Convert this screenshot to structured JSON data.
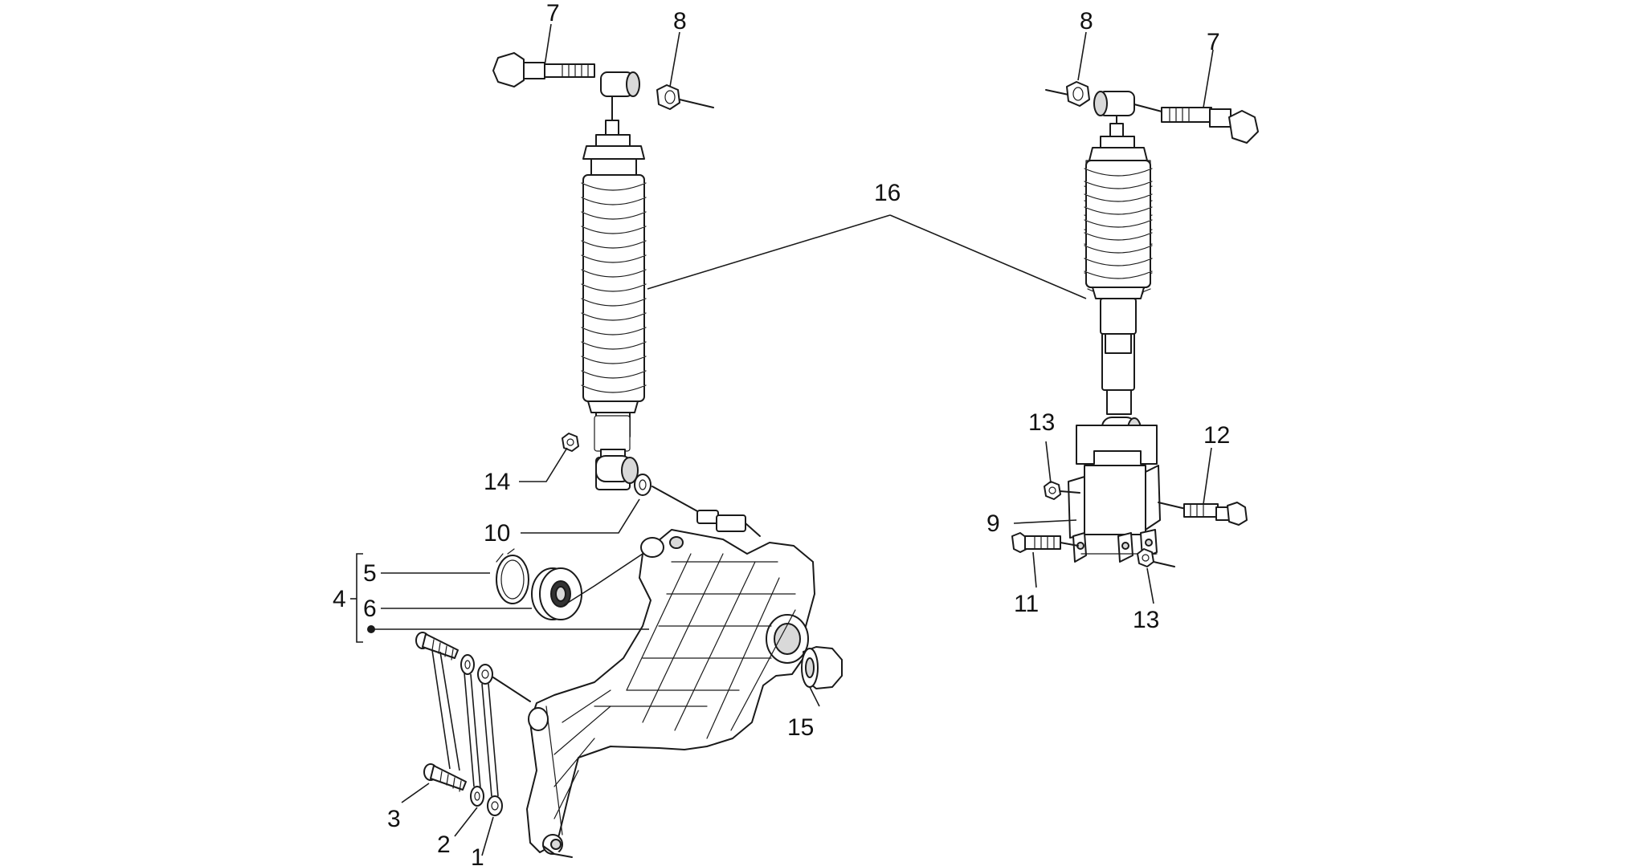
{
  "callouts": {
    "c1": "1",
    "c2": "2",
    "c3": "3",
    "c4": "4",
    "c5": "5",
    "c6": "6",
    "c7_left": "7",
    "c7_right": "7",
    "c8_left": "8",
    "c8_right": "8",
    "c9": "9",
    "c10": "10",
    "c11": "11",
    "c12": "12",
    "c13_top": "13",
    "c13_bottom": "13",
    "c14": "14",
    "c15": "15",
    "c16": "16"
  },
  "colors": {
    "line": "#1a1a1a",
    "background": "#ffffff",
    "shade": "#d9d9d9"
  }
}
